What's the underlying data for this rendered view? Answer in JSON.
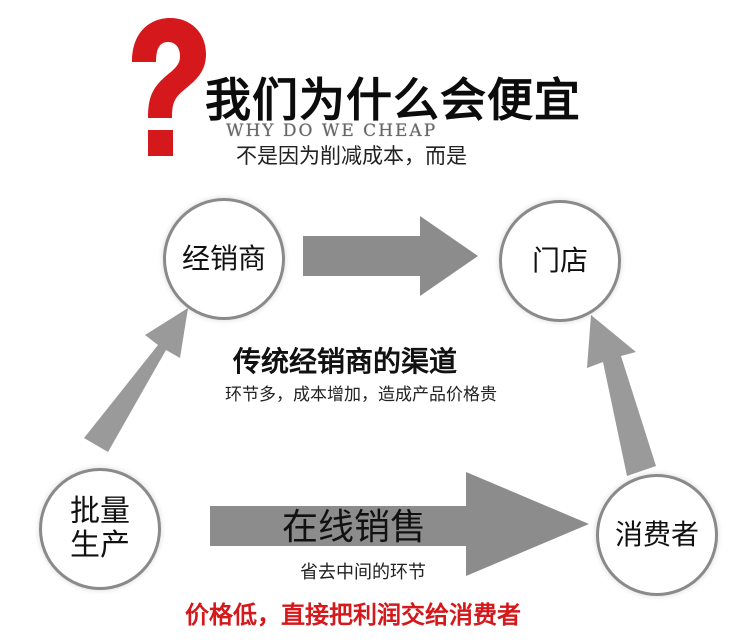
{
  "header": {
    "title": "我们为什么会便宜",
    "subtitle_en": "WHY DO WE CHEAP",
    "subtitle_cn": "不是因为削减成本，而是"
  },
  "nodes": {
    "distributor": "经销商",
    "store": "门店",
    "mass_production_line1": "批量",
    "mass_production_line2": "生产",
    "consumer": "消费者"
  },
  "traditional": {
    "title": "传统经销商的渠道",
    "desc": "环节多，成本增加，造成产品价格贵"
  },
  "online": {
    "title": "在线销售",
    "desc": "省去中间的环节"
  },
  "footer": {
    "note": "价格低，直接把利润交给消费者"
  },
  "colors": {
    "accent_red": "#d4181c",
    "arrow_gray": "#8c8c8c"
  }
}
